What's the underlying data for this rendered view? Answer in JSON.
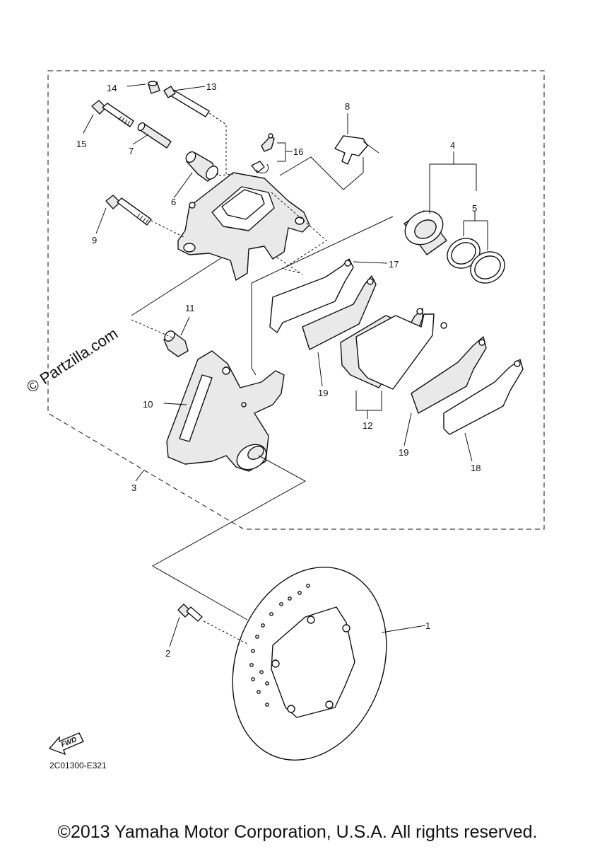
{
  "callouts": {
    "c1": "1",
    "c2": "2",
    "c3": "3",
    "c4": "4",
    "c5": "5",
    "c6": "6",
    "c7": "7",
    "c8": "8",
    "c9": "9",
    "c10": "10",
    "c11": "11",
    "c12": "12",
    "c13": "13",
    "c14": "14",
    "c15": "15",
    "c16": "16",
    "c17": "17",
    "c18": "18",
    "c19a": "19",
    "c19b": "19"
  },
  "fwd_label": "FWD",
  "diagram_code": "2C01300-E321",
  "watermark": "© Partzilla.com",
  "copyright": "©2013 Yamaha Motor Corporation, U.S.A. All rights reserved."
}
